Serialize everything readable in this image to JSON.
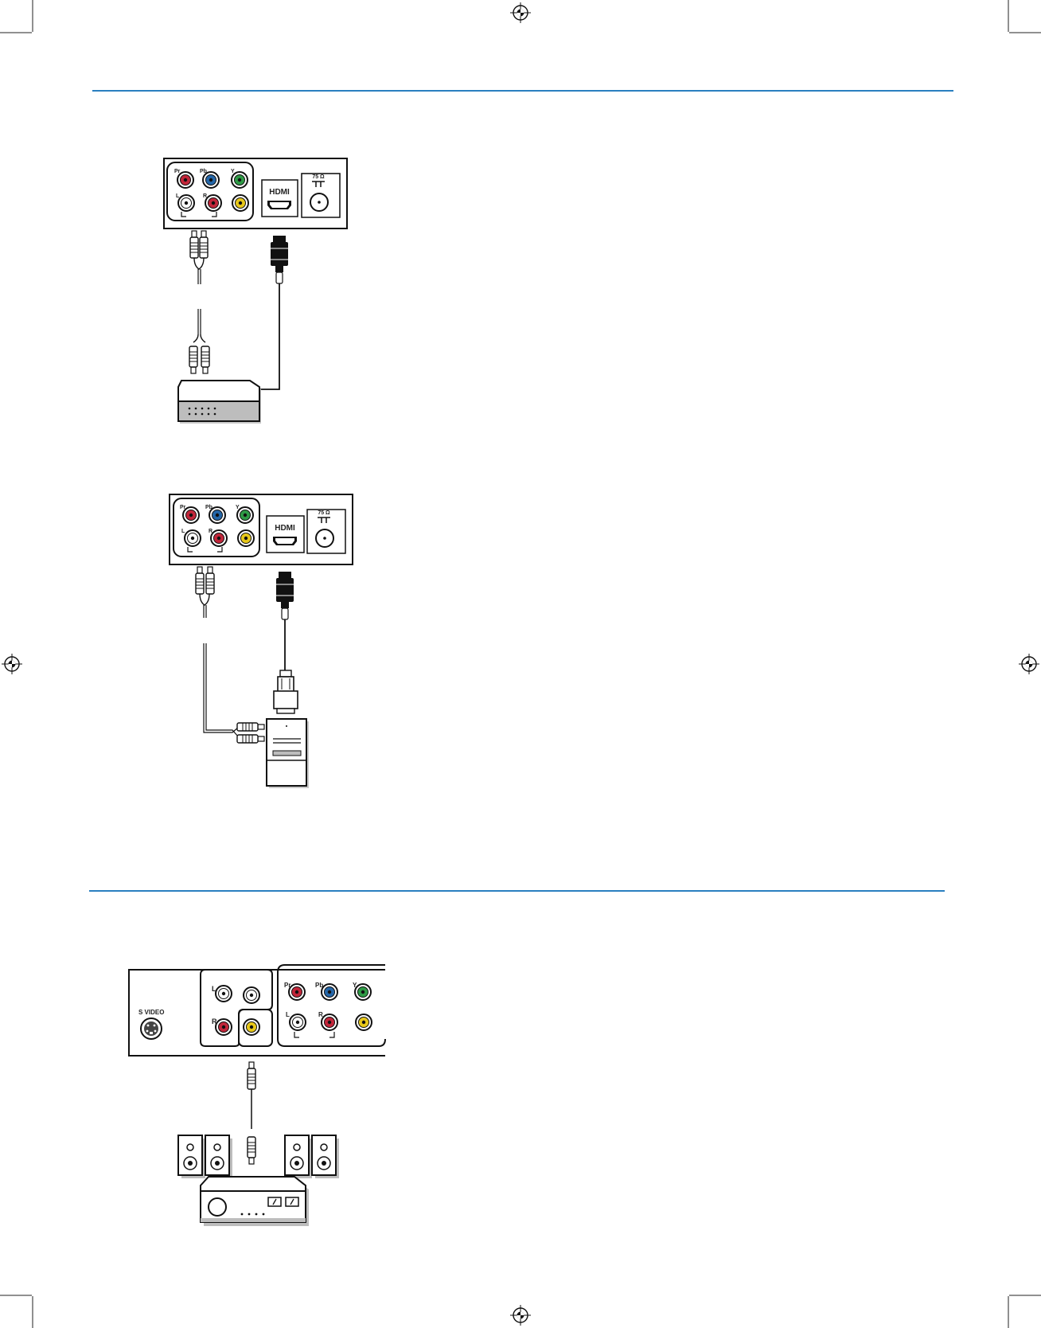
{
  "colors": {
    "rule": "#2a7fc0",
    "red": "#c2263a",
    "blue": "#2466a8",
    "green": "#2e9a45",
    "yellow": "#e8c81a",
    "ink": "#1a1a1a",
    "device_grey": "#bdbdbd"
  },
  "diagram1": {
    "jack_labels": {
      "pr": "Pr",
      "pb": "Pb",
      "y": "Y",
      "l": "L",
      "r": "R"
    },
    "hdmi_label": "HDMI",
    "antenna_label": "75 Ω",
    "source_device": "set-top-box-icon"
  },
  "diagram2": {
    "jack_labels": {
      "pr": "Pr",
      "pb": "Pb",
      "y": "Y",
      "l": "L",
      "r": "R"
    },
    "hdmi_label": "HDMI",
    "antenna_label": "75 Ω",
    "source_device": "pc-tower-icon"
  },
  "diagram3": {
    "svideo_label": "S VIDEO",
    "jack_labels": {
      "l": "L",
      "r": "R",
      "pr": "Pr",
      "pb": "Pb",
      "y": "Y",
      "l2": "L",
      "r2": "R"
    },
    "target_device": "amplifier-with-speakers-icon"
  },
  "icons": {
    "registration_marks": "registration-mark-icon"
  }
}
